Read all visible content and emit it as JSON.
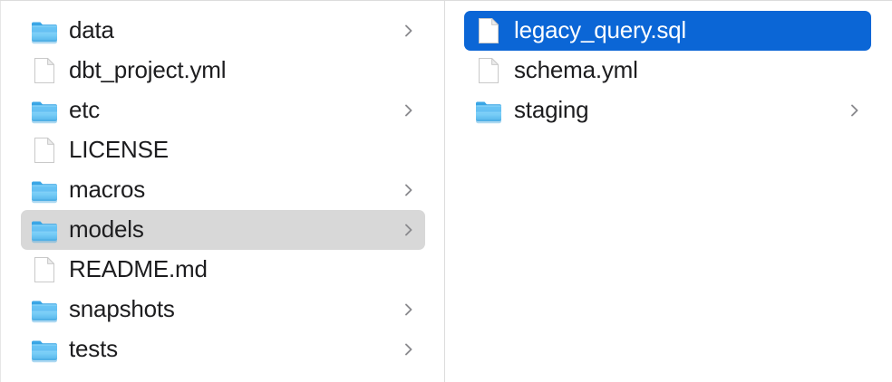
{
  "window": {
    "title": "Finder Column View",
    "view_mode": "column"
  },
  "colors": {
    "selection_active": "#0b66d6",
    "selection_inactive": "#d8d8d8",
    "divider": "#dcdcdc",
    "text": "#1d1d1f",
    "text_selected": "#ffffff",
    "folder_blue": "#53b9f0",
    "file_white": "#ffffff"
  },
  "columns": [
    {
      "name": "parent-column",
      "items": [
        {
          "label": "data",
          "icon": "folder-icon",
          "has_chevron": true,
          "selected": false,
          "selection_style": "none"
        },
        {
          "label": "dbt_project.yml",
          "icon": "file-icon",
          "has_chevron": false,
          "selected": false,
          "selection_style": "none"
        },
        {
          "label": "etc",
          "icon": "folder-icon",
          "has_chevron": true,
          "selected": false,
          "selection_style": "none"
        },
        {
          "label": "LICENSE",
          "icon": "file-icon",
          "has_chevron": false,
          "selected": false,
          "selection_style": "none"
        },
        {
          "label": "macros",
          "icon": "folder-icon",
          "has_chevron": true,
          "selected": false,
          "selection_style": "none"
        },
        {
          "label": "models",
          "icon": "folder-icon",
          "has_chevron": true,
          "selected": true,
          "selection_style": "inactive"
        },
        {
          "label": "README.md",
          "icon": "file-icon",
          "has_chevron": false,
          "selected": false,
          "selection_style": "none"
        },
        {
          "label": "snapshots",
          "icon": "folder-icon",
          "has_chevron": true,
          "selected": false,
          "selection_style": "none"
        },
        {
          "label": "tests",
          "icon": "folder-icon",
          "has_chevron": true,
          "selected": false,
          "selection_style": "none"
        }
      ]
    },
    {
      "name": "child-column",
      "items": [
        {
          "label": "legacy_query.sql",
          "icon": "file-icon",
          "has_chevron": false,
          "selected": true,
          "selection_style": "active"
        },
        {
          "label": "schema.yml",
          "icon": "file-icon",
          "has_chevron": false,
          "selected": false,
          "selection_style": "none"
        },
        {
          "label": "staging",
          "icon": "folder-icon",
          "has_chevron": true,
          "selected": false,
          "selection_style": "none"
        }
      ]
    }
  ]
}
